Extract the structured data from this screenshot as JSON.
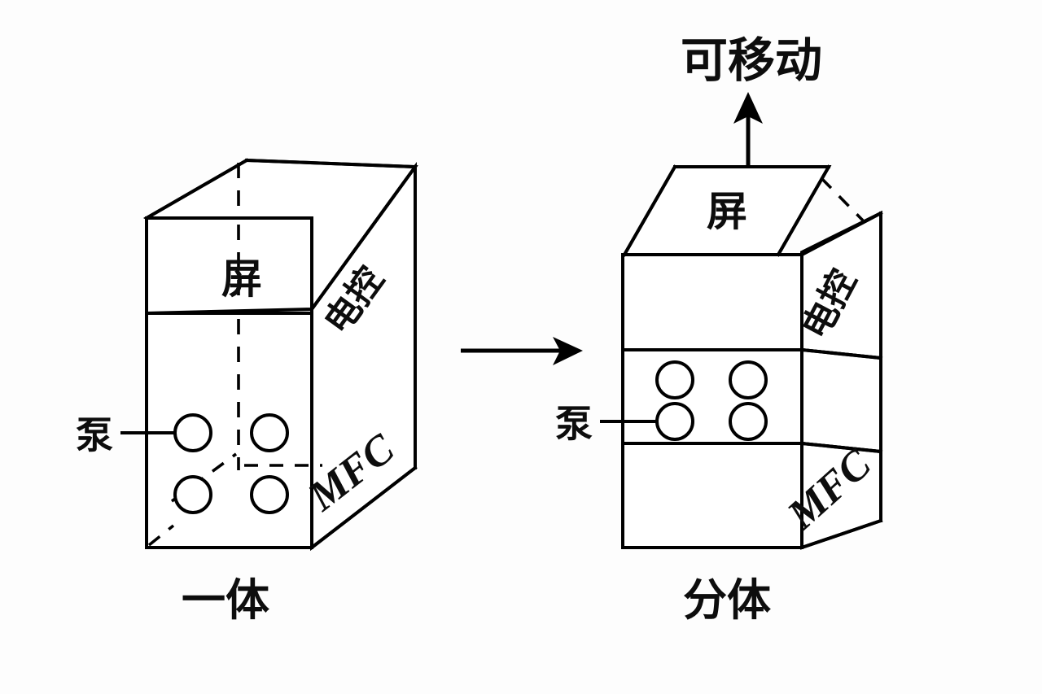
{
  "figure": {
    "title": "",
    "background_color": "#fdfdfd",
    "line_color": "#000000"
  },
  "transition_arrow": {
    "name": "evolution-arrow",
    "direction": "right"
  },
  "movable_callout": {
    "label": "可移动",
    "arrow_direction": "up"
  },
  "left_unit": {
    "caption": "一体",
    "screen_label": "屏",
    "control_label": "电控",
    "mfc_label": "MFC",
    "pump_label": "泵",
    "pump_count": 4
  },
  "right_unit": {
    "caption": "分体",
    "screen_label": "屏",
    "control_label": "电控",
    "mfc_label": "MFC",
    "pump_label": "泵",
    "pump_count": 4
  }
}
